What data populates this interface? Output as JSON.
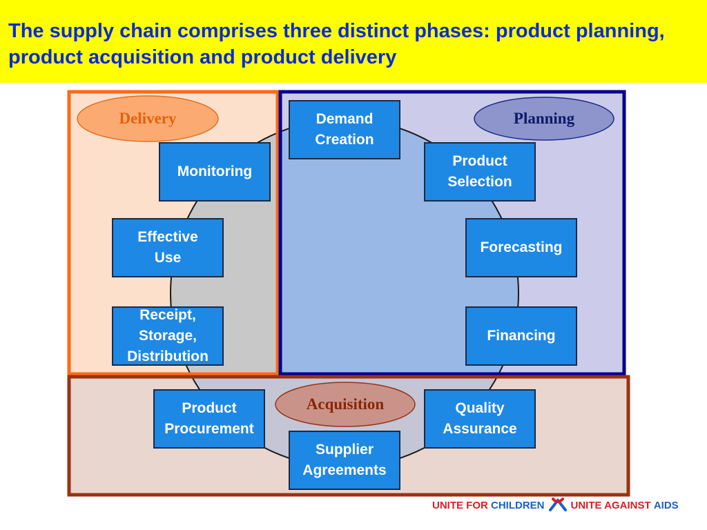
{
  "title": "The supply chain comprises three distinct phases: product planning, product acquisition and product delivery",
  "phases": {
    "delivery": "Delivery",
    "planning": "Planning",
    "acquisition": "Acquisition"
  },
  "boxes": {
    "demand_creation": "Demand\nCreation",
    "product_selection": "Product\nSelection",
    "forecasting": "Forecasting",
    "financing": "Financing",
    "monitoring": "Monitoring",
    "effective_use": "Effective\nUse",
    "receipt_storage_distribution": "Receipt,\nStorage,\nDistribution",
    "product_procurement": "Product\nProcurement",
    "quality_assurance": "Quality\nAssurance",
    "supplier_agreements": "Supplier\nAgreements"
  },
  "footer": {
    "part1": "UNITE FOR",
    "part2": "CHILDREN",
    "part3": "UNITE AGAINST",
    "part4": "AIDS"
  },
  "colors": {
    "title": "#0a2bd6",
    "header_bg": "#ffff00",
    "delivery_border": "#ff6a13",
    "delivery_fill": "#fde0cc",
    "planning_border": "#00008b",
    "planning_fill": "#ccccea",
    "acquisition_border": "#993311",
    "acquisition_fill": "#e9d6ce",
    "box": "#1e88e5"
  }
}
